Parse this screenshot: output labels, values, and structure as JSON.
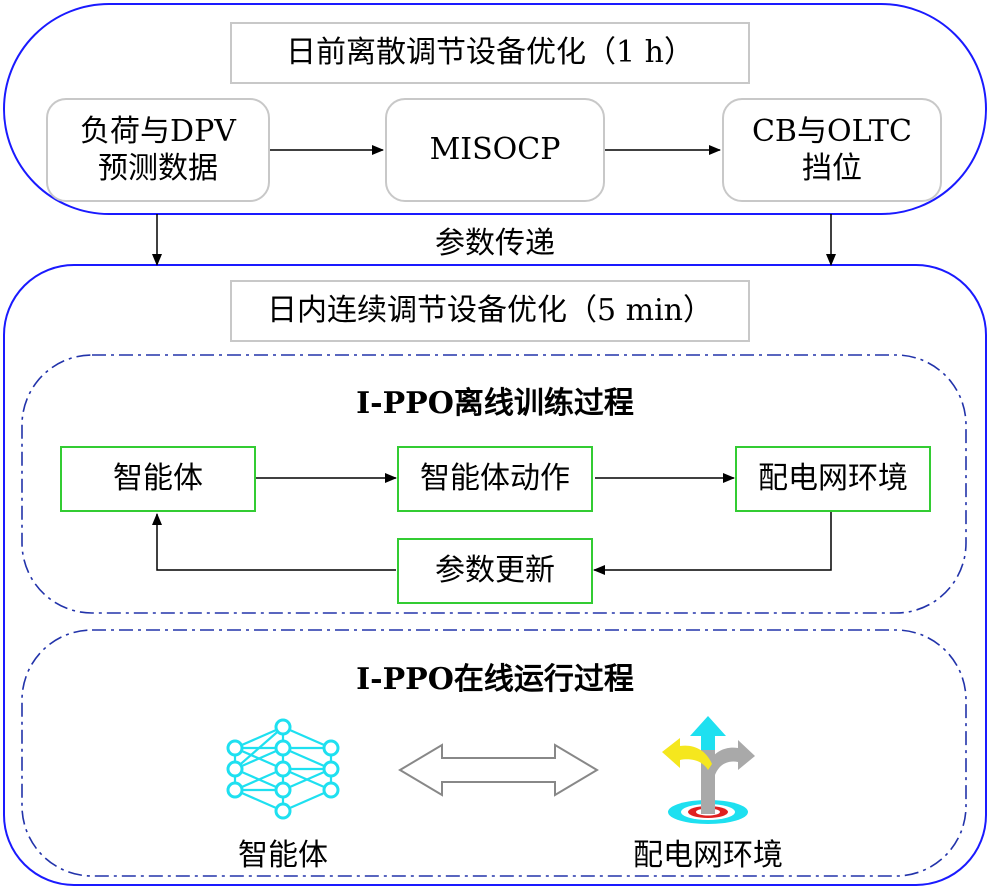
{
  "day_ahead": {
    "title": "日前离散调节设备优化（1 h）",
    "node_load": "负荷与DPV\n预测数据",
    "node_misocp": "MISOCP",
    "node_cb": "CB与OLTC\n挡位"
  },
  "param_transfer": "参数传递",
  "intraday": {
    "title": "日内连续调节设备优化（5 min）",
    "offline": {
      "title": "I-PPO离线训练过程",
      "agent": "智能体",
      "agent_action": "智能体动作",
      "grid_env": "配电网环境",
      "param_update": "参数更新"
    },
    "online": {
      "title": "I-PPO在线运行过程",
      "agent_label": "智能体",
      "env_label": "配电网环境"
    }
  },
  "colors": {
    "outer_border": "#1a1aff",
    "dash_border": "#2233aa",
    "green": "#33cc33",
    "gray": "#c8c8c8",
    "cyan": "#1ee0f0",
    "yellow": "#f5e71e",
    "red": "#e02020"
  },
  "icons": {
    "agent": "neural-network-icon",
    "environment": "signpost-arrows-icon",
    "exchange": "double-arrow-icon"
  }
}
